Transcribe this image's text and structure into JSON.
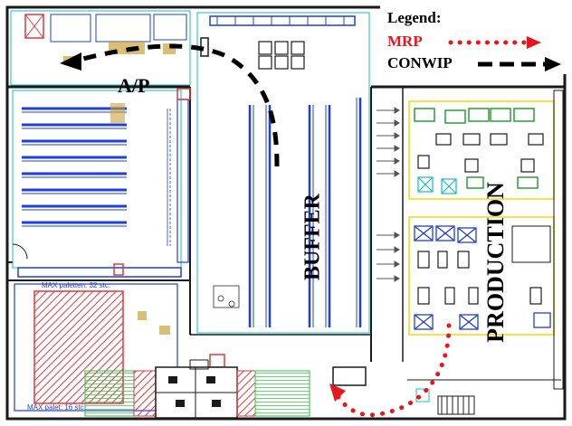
{
  "legend": {
    "title": "Legend:",
    "mrp_label": "MRP",
    "conwip_label": "CONWIP",
    "mrp_color": "#e8151b",
    "conwip_color": "#000000"
  },
  "zones": {
    "ap": "A/P",
    "buffer": "BUFFER",
    "production": "PRODUCTION"
  },
  "annotations": {
    "max_pallets_top": "MAX paletten: 32 stc.",
    "max_pallets_bottom": "MAX palet: 16 stc."
  },
  "colors": {
    "wall": "#1a1a1a",
    "rack_blue": "#1f3fd6",
    "hatch_red": "#e0393f",
    "conveyor_green": "#2fbf3f",
    "workstation_green": "#2a9d3a",
    "outline_cyan": "#17b8c8",
    "highlight_yellow": "#f3e24a",
    "pallet_tan": "#c9a23a"
  }
}
